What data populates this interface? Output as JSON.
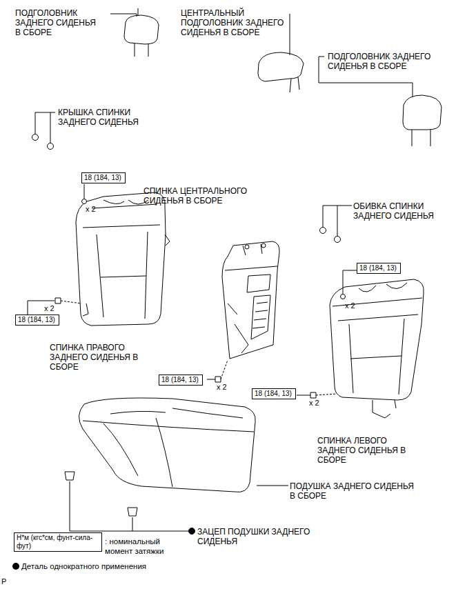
{
  "diagram": {
    "nodes": [
      {
        "text": [
          "18 (184, 13)"
        ]
      },
      {
        "text": [
          "18 (184, 13)"
        ]
      },
      {
        "text": [
          "18 (184, 13)"
        ]
      },
      {
        "text": [
          "18 (184, 13)"
        ]
      },
      {
        "text": [
          "18 (184, 13)"
        ]
      },
      {
        "text": [
          "Н*м (кгс*см, фунт-сила-фут)"
        ]
      }
    ],
    "edges": [],
    "labels": [
      "ПОДГОЛОВНИК ЗАДНЕГО СИДЕНЬЯ В СБОРЕ",
      "ЦЕНТРАЛЬНЫЙ ПОДГОЛОВНИК ЗАДНЕГО СИДЕНЬЯ В СБОРЕ",
      "ПОДГОЛОВНИК ЗАДНЕГО СИДЕНЬЯ В СБОРЕ",
      "КРЫШКА СПИНКИ ЗАДНЕГО СИДЕНЬЯ",
      "СПИНКА ЦЕНТРАЛЬНОГО СИДЕНЬЯ В СБОРЕ",
      "ОБИВКА СПИНКИ ЗАДНЕГО СИДЕНЬЯ",
      "СПИНКА ПРАВОГО ЗАДНЕГО СИДЕНЬЯ В СБОРЕ",
      "СПИНКА ЛЕВОГО ЗАДНЕГО СИДЕНЬЯ В СБОРЕ",
      "ПОДУШКА ЗАДНЕГО СИДЕНЬЯ В СБОРЕ",
      "ЗАЦЕП ПОДУШКИ ЗАДНЕГО СИДЕНЬЯ",
      ": номинальный момент затяжки",
      "x 2",
      "x 2",
      "x 2",
      "x 2",
      "x 2",
      "P"
    ],
    "legend": [
      {
        "text": "Деталь однократного применения"
      }
    ]
  }
}
